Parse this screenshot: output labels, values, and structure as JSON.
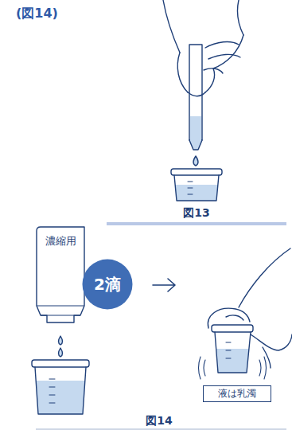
{
  "diagram": {
    "nodes": [
      {
        "text": [
          "濃縮用"
        ]
      },
      {
        "text": [
          "2滴"
        ]
      },
      {
        "text": [
          "液は乳濁"
        ]
      }
    ],
    "edges": [],
    "labels": [
      "(図14)",
      "図13",
      "図14"
    ]
  }
}
